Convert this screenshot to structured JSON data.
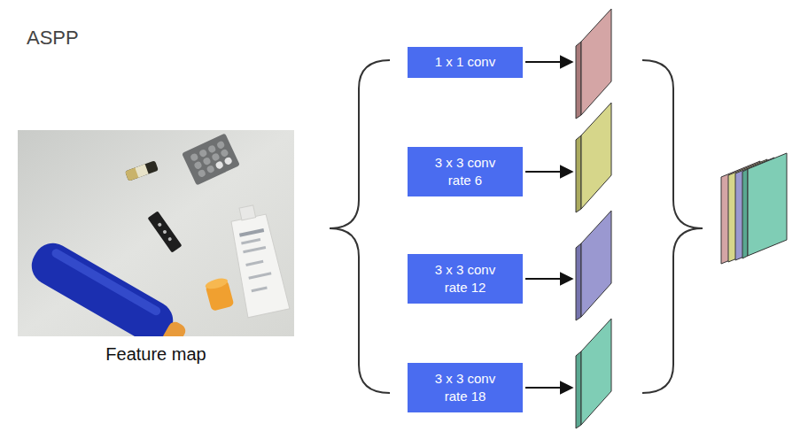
{
  "diagram": {
    "title": "ASPP",
    "nodes": [
      {
        "text": [
          "1 x 1 conv"
        ]
      },
      {
        "text": [
          "3 x 3 conv rate 6"
        ]
      },
      {
        "text": [
          "3 x 3 conv rate 12"
        ]
      },
      {
        "text": [
          "3 x 3 conv rate 18"
        ]
      }
    ],
    "labels": [
      "Feature map"
    ]
  }
}
